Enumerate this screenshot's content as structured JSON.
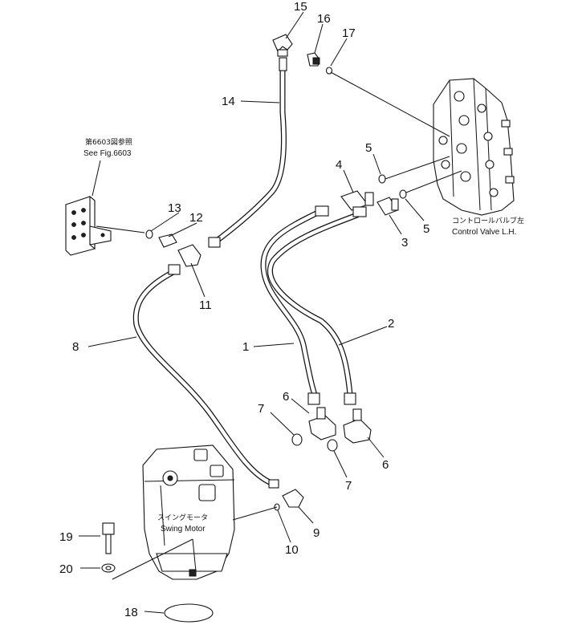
{
  "callouts": [
    {
      "id": "1",
      "text": "1"
    },
    {
      "id": "2",
      "text": "2"
    },
    {
      "id": "3",
      "text": "3"
    },
    {
      "id": "4",
      "text": "4"
    },
    {
      "id": "5a",
      "text": "5"
    },
    {
      "id": "5b",
      "text": "5"
    },
    {
      "id": "6a",
      "text": "6"
    },
    {
      "id": "6b",
      "text": "6"
    },
    {
      "id": "7a",
      "text": "7"
    },
    {
      "id": "7b",
      "text": "7"
    },
    {
      "id": "8",
      "text": "8"
    },
    {
      "id": "9",
      "text": "9"
    },
    {
      "id": "10",
      "text": "10"
    },
    {
      "id": "11",
      "text": "11"
    },
    {
      "id": "12",
      "text": "12"
    },
    {
      "id": "13",
      "text": "13"
    },
    {
      "id": "14",
      "text": "14"
    },
    {
      "id": "15",
      "text": "15"
    },
    {
      "id": "16",
      "text": "16"
    },
    {
      "id": "17",
      "text": "17"
    },
    {
      "id": "18",
      "text": "18"
    },
    {
      "id": "19",
      "text": "19"
    },
    {
      "id": "20",
      "text": "20"
    }
  ],
  "reference": {
    "jp": "第6603図参照",
    "en": "See Fig.6603"
  },
  "control_valve": {
    "jp": "コントロールバルブ左",
    "en": "Control Valve L.H."
  },
  "swing_motor": {
    "jp": "スイングモータ",
    "en": "Swing Motor"
  }
}
